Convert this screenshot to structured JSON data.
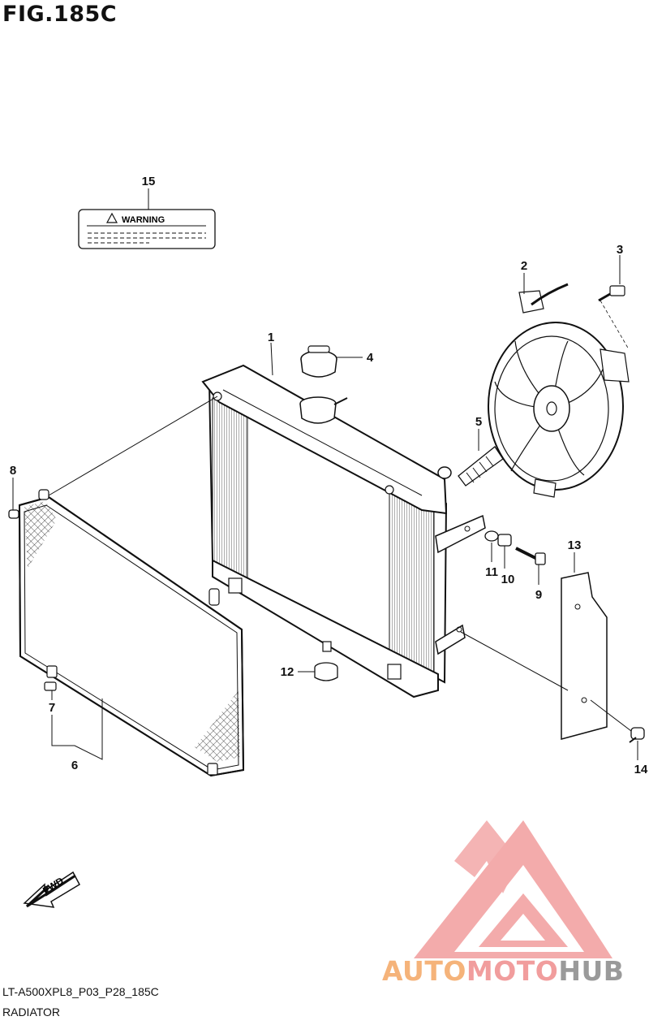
{
  "figure": {
    "title": "FIG.185C"
  },
  "warning_label": {
    "text": "WARNING"
  },
  "callouts": [
    {
      "id": "p1",
      "label": "1"
    },
    {
      "id": "p2",
      "label": "2"
    },
    {
      "id": "p3",
      "label": "3"
    },
    {
      "id": "p4",
      "label": "4"
    },
    {
      "id": "p5",
      "label": "5"
    },
    {
      "id": "p6",
      "label": "6"
    },
    {
      "id": "p7",
      "label": "7"
    },
    {
      "id": "p8",
      "label": "8"
    },
    {
      "id": "p9",
      "label": "9"
    },
    {
      "id": "p10",
      "label": "10"
    },
    {
      "id": "p11",
      "label": "11"
    },
    {
      "id": "p12",
      "label": "12"
    },
    {
      "id": "p13",
      "label": "13"
    },
    {
      "id": "p14",
      "label": "14"
    },
    {
      "id": "p15",
      "label": "15"
    }
  ],
  "fwd_arrow": {
    "text": "FWD"
  },
  "footer": {
    "code": "LT-A500XPL8_P03_P28_185C",
    "name": "RADIATOR"
  },
  "watermark": {
    "part1": "AUTO",
    "part2": "MOTO",
    "part3": "HUB"
  },
  "colors": {
    "watermark_orange": "#f5b37a",
    "watermark_red": "#f19d9d",
    "watermark_gray": "#9a9a9a",
    "line": "#111111"
  }
}
